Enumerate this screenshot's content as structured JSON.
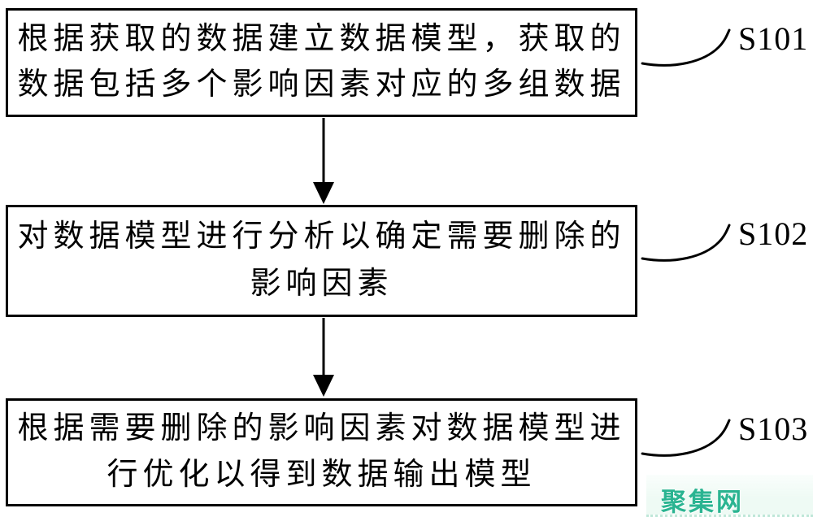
{
  "figure": {
    "type": "flowchart",
    "steps": [
      {
        "id": "S101",
        "lines": [
          "根据获取的数据建立数据模型，获取的",
          "数据包括多个影响因素对应的多组数据"
        ]
      },
      {
        "id": "S102",
        "lines": [
          "对数据模型进行分析以确定需要删除的",
          "影响因素"
        ]
      },
      {
        "id": "S103",
        "lines": [
          "根据需要删除的影响因素对数据模型进",
          "行优化以得到数据输出模型"
        ]
      }
    ],
    "flow": "S101 -> S102 -> S103",
    "line_color": "#000000",
    "box_background": "#ffffff"
  },
  "watermark": {
    "text": "聚集网",
    "text_color": "#2ab491",
    "background_color": "#eefaf4"
  }
}
